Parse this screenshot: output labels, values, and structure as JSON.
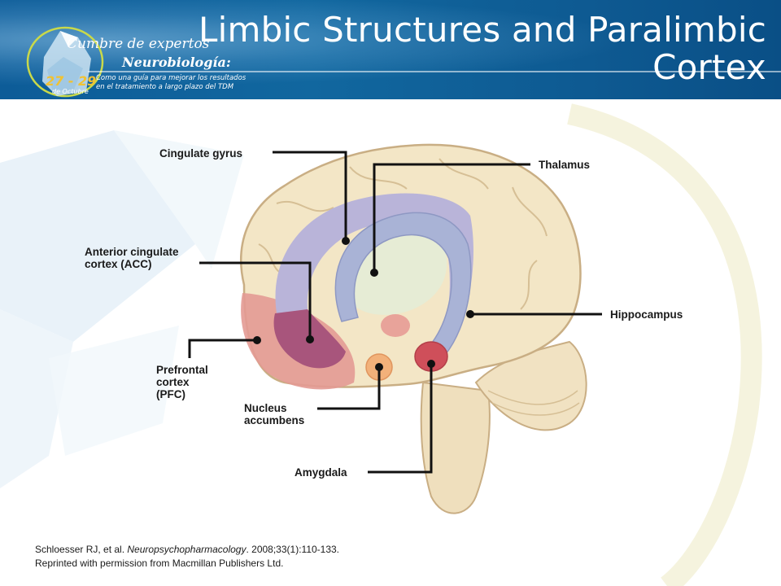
{
  "slide": {
    "title": "Limbic Structures and Paralimbic Cortex"
  },
  "logo": {
    "line1": "Cumbre de expertos",
    "line2": "Neurobiología:",
    "dates": "27 - 29",
    "month": "de Octubre",
    "tagline_1": "Como una guía para mejorar los resultados",
    "tagline_2": "en el tratamiento a largo plazo del TDM"
  },
  "diagram": {
    "labels": {
      "cingulate_gyrus": "Cingulate gyrus",
      "thalamus": "Thalamus",
      "acc_line1": "Anterior cingulate",
      "acc_line2": "cortex (ACC)",
      "hippocampus": "Hippocampus",
      "pfc_line1": "Prefrontal",
      "pfc_line2": "cortex",
      "pfc_line3": "(PFC)",
      "nacc_line1": "Nucleus",
      "nacc_line2": "accumbens",
      "amygdala": "Amygdala"
    },
    "colors": {
      "cortex": "#f3e6c6",
      "cingulate": "#b9b4d9",
      "hippocampus": "#a9b3d6",
      "prefrontal": "#e39a93",
      "acc": "#a8557c",
      "thalamus": "#e4ecd6",
      "amygdala": "#cf4f5a",
      "nucleus_accumbens": "#f2b17a"
    }
  },
  "citation": {
    "authors": "Schloesser RJ, et al.",
    "journal": "Neuropsychopharmacology",
    "details": ". 2008;33(1):110-133.",
    "line2": "Reprinted with permission from Macmillan Publishers Ltd."
  }
}
